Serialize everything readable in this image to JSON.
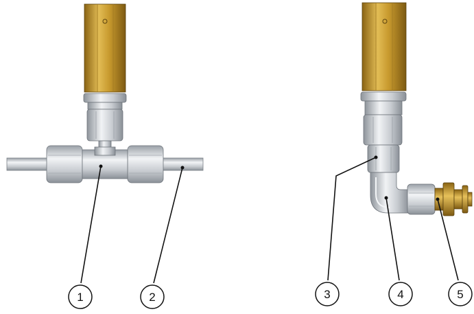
{
  "figure": {
    "background": "#ffffff",
    "colors": {
      "brass": "#c8a13a",
      "steel": "#d9dde2",
      "outline": "#111111"
    },
    "callouts": [
      {
        "label": "1"
      },
      {
        "label": "2"
      },
      {
        "label": "3"
      },
      {
        "label": "4"
      },
      {
        "label": "5"
      }
    ]
  }
}
